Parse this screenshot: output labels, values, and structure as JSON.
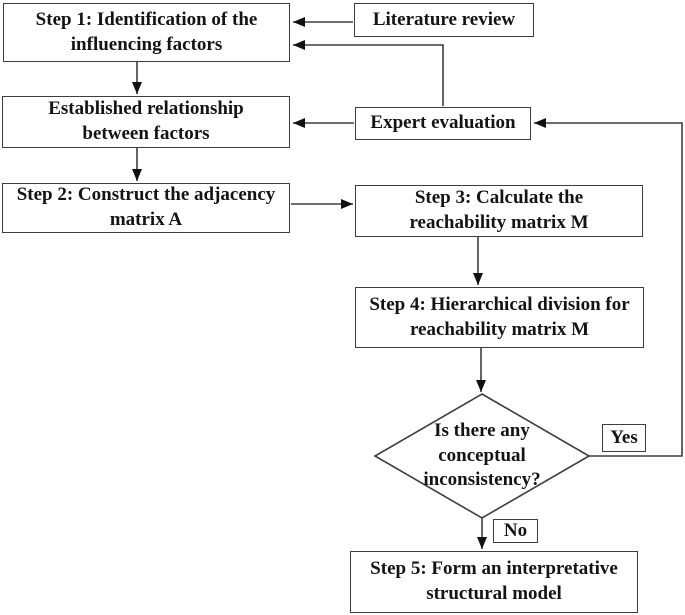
{
  "diagram": {
    "type": "flowchart",
    "colors": {
      "background": "#ffffff",
      "box_border": "#3e3e3e",
      "line": "#3e3e3e",
      "arrowhead": "#111111",
      "text": "#141414"
    },
    "nodes": {
      "step1": "Step 1: Identification of  the\ninfluencing factors",
      "literature_review": "Literature review",
      "established": "Established relationship\nbetween factors",
      "expert_evaluation": "Expert evaluation",
      "step2": "Step 2: Construct the adjacency\nmatrix A",
      "step3": "Step 3: Calculate the\nreachability matrix M",
      "step4": "Step 4: Hierarchical division for\nreachability matrix M",
      "decision": "Is there any\nconceptual\ninconsistency?",
      "step5": "Step 5: Form an interpretative\nstructural model",
      "yes_label": "Yes",
      "no_label": "No"
    },
    "edges": [
      {
        "from": "literature_review",
        "to": "step1"
      },
      {
        "from": "expert_evaluation",
        "to": "step1"
      },
      {
        "from": "expert_evaluation",
        "to": "established"
      },
      {
        "from": "step1",
        "to": "established"
      },
      {
        "from": "established",
        "to": "step2"
      },
      {
        "from": "step2",
        "to": "step3"
      },
      {
        "from": "step3",
        "to": "step4"
      },
      {
        "from": "step4",
        "to": "decision"
      },
      {
        "from": "decision",
        "to": "expert_evaluation",
        "label": "Yes"
      },
      {
        "from": "decision",
        "to": "step5",
        "label": "No"
      }
    ]
  }
}
